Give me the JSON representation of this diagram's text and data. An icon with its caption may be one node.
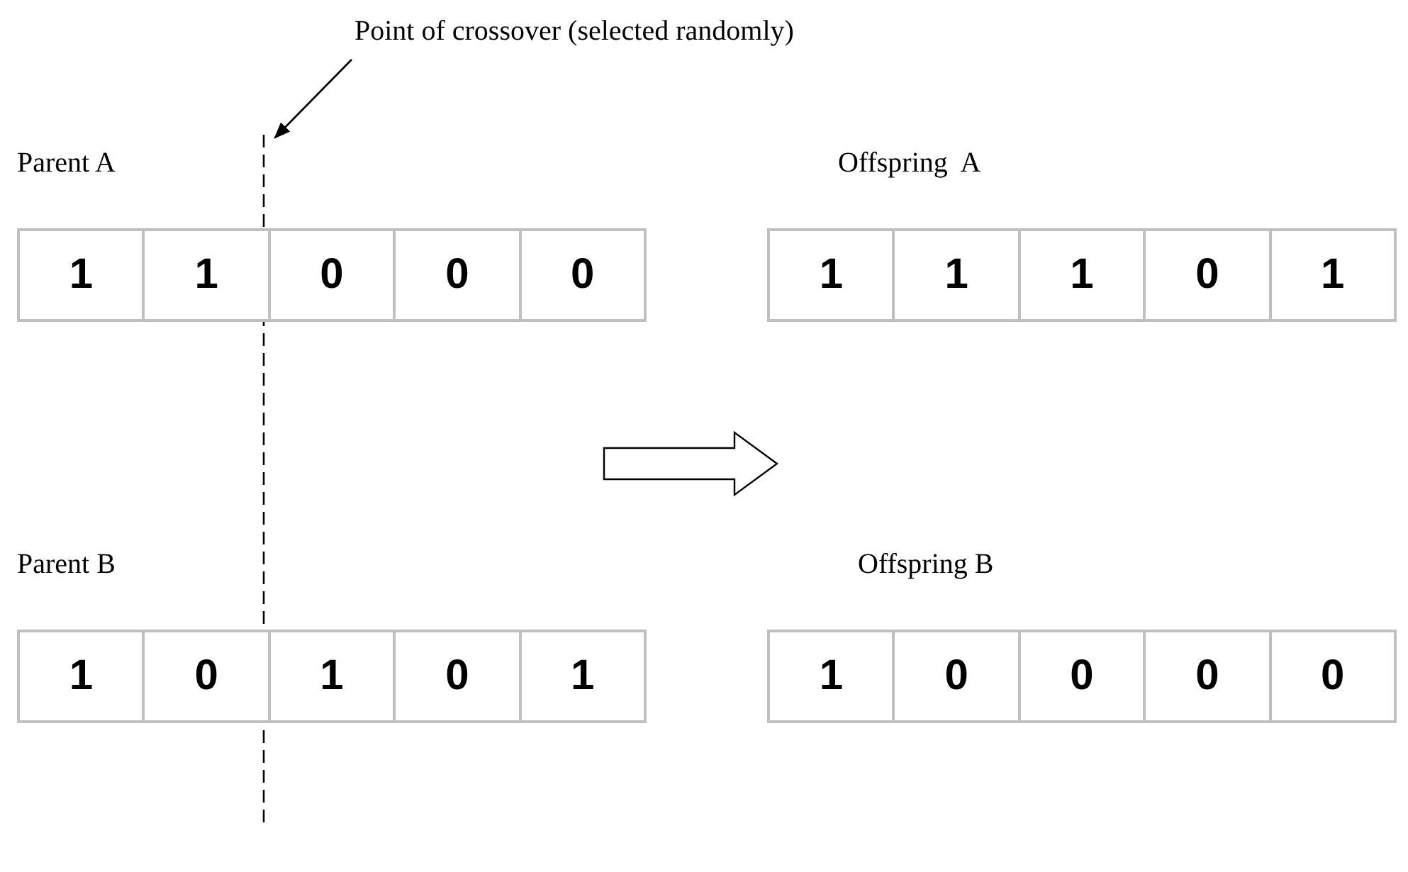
{
  "diagram": {
    "nodes": [
      {
        "text": [
          "Point of crossover (selected randomly)"
        ]
      },
      {
        "text": [],
        "shape": "line"
      },
      {
        "text": [
          "Parent A"
        ]
      },
      {
        "text": [
          "1"
        ],
        "in": 2
      },
      {
        "text": [
          "1"
        ],
        "in": 2
      },
      {
        "text": [
          "0"
        ],
        "in": 2
      },
      {
        "text": [
          "0"
        ],
        "in": 2
      },
      {
        "text": [
          "0"
        ],
        "in": 2
      },
      {
        "text": [
          "Offspring  A"
        ]
      },
      {
        "text": [
          "1"
        ],
        "in": 8
      },
      {
        "text": [
          "1"
        ],
        "in": 8
      },
      {
        "text": [
          "1"
        ],
        "in": 8
      },
      {
        "text": [
          "0"
        ],
        "in": 8
      },
      {
        "text": [
          "1"
        ],
        "in": 8
      },
      {
        "text": [
          "Parent B"
        ]
      },
      {
        "text": [
          "1"
        ],
        "in": 14
      },
      {
        "text": [
          "0"
        ],
        "in": 14
      },
      {
        "text": [
          "1"
        ],
        "in": 14
      },
      {
        "text": [
          "0"
        ],
        "in": 14
      },
      {
        "text": [
          "1"
        ],
        "in": 14
      },
      {
        "text": [
          "Offspring B"
        ]
      },
      {
        "text": [
          "1"
        ],
        "in": 20
      },
      {
        "text": [
          "0"
        ],
        "in": 20
      },
      {
        "text": [
          "0"
        ],
        "in": 20
      },
      {
        "text": [
          "0"
        ],
        "in": 20
      },
      {
        "text": [
          "0"
        ],
        "in": 20
      }
    ],
    "edges": [
      {
        "from": 0,
        "to": 1,
        "arrow": "to"
      }
    ]
  }
}
